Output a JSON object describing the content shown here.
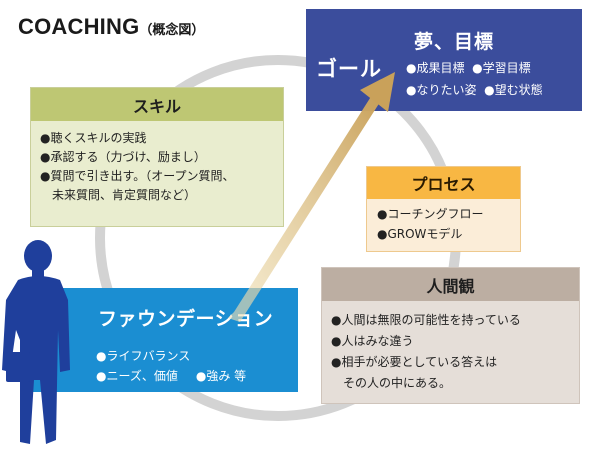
{
  "title": {
    "main": "COACHING",
    "sub": "（概念図）"
  },
  "goal": {
    "label": "ゴール",
    "heading": "夢、目標",
    "items": [
      "●成果目標",
      "●学習目標",
      "●なりたい姿",
      "●望む状態"
    ]
  },
  "skill": {
    "heading": "スキル",
    "items": [
      "●聴くスキルの実践",
      "●承認する（力づけ、励まし）",
      "●質問で引き出す。（オープン質問、",
      "　未来質問、肯定質問など）"
    ]
  },
  "process": {
    "heading": "プロセス",
    "items": [
      "●コーチングフロー",
      "●GROWモデル"
    ]
  },
  "human_view": {
    "heading": "人間観",
    "items": [
      "●人間は無限の可能性を持っている",
      "●人はみな違う",
      "●相手が必要としている答えは",
      "　その人の中にある。"
    ]
  },
  "foundation": {
    "heading": "ファウンデーション",
    "items": [
      "●ライフバランス",
      "●ニーズ、価値",
      "●強み 等"
    ]
  },
  "colors": {
    "goal": "#3b4d9c",
    "skill_header": "#bec773",
    "process_header": "#f8b743",
    "human_header": "#bcaea2",
    "foundation": "#1b8ed2",
    "arrow": "#c9a15a",
    "figure": "#1f3f9c",
    "circle": "#d3d3d3"
  },
  "icons": {
    "figure": "businessman-silhouette-icon",
    "arrow": "growth-arrow-icon"
  }
}
